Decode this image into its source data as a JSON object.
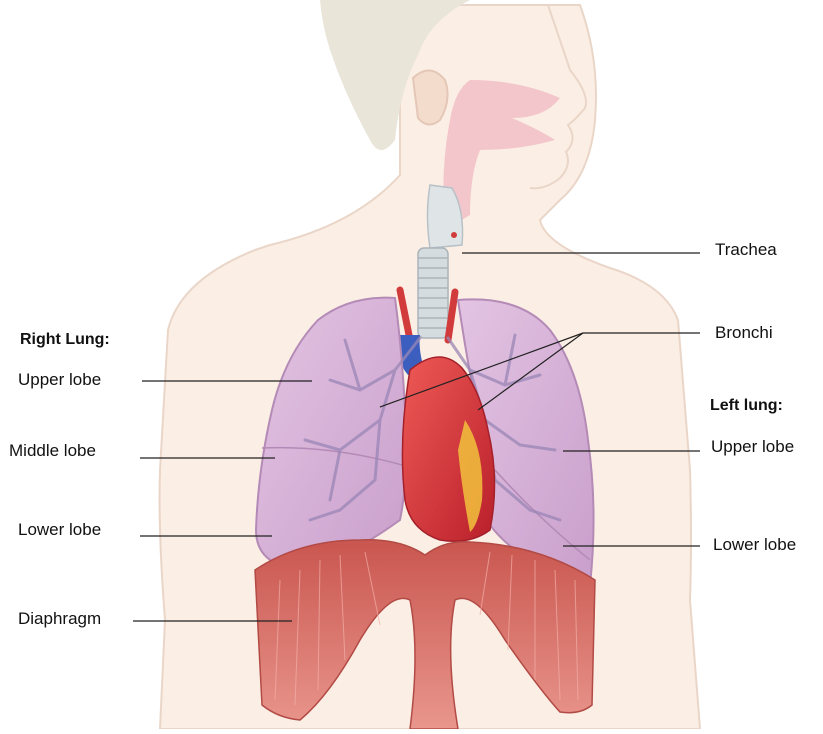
{
  "labels": {
    "trachea": "Trachea",
    "bronchi": "Bronchi",
    "right_lung_heading": "Right Lung:",
    "right_upper_lobe": "Upper lobe",
    "right_middle_lobe": "Middle lobe",
    "right_lower_lobe": "Lower lobe",
    "diaphragm": "Diaphragm",
    "left_lung_heading": "Left lung:",
    "left_upper_lobe": "Upper lobe",
    "left_lower_lobe": "Lower lobe"
  },
  "colors": {
    "skin": "#fbeee4",
    "skin_outline": "#ead6c8",
    "hair": "#e9e5d8",
    "lung": "#d8b3d8",
    "lung_outline": "#b48ab6",
    "bronchial_tree": "#9a86b6",
    "diaphragm": "#d97a72",
    "heart": "#d8393c",
    "fat": "#f2c23c",
    "vessel_blue": "#3c5fbf",
    "trachea": "#cfd6da",
    "airway_pink": "#f3c6cc",
    "leader_line": "#222222"
  }
}
